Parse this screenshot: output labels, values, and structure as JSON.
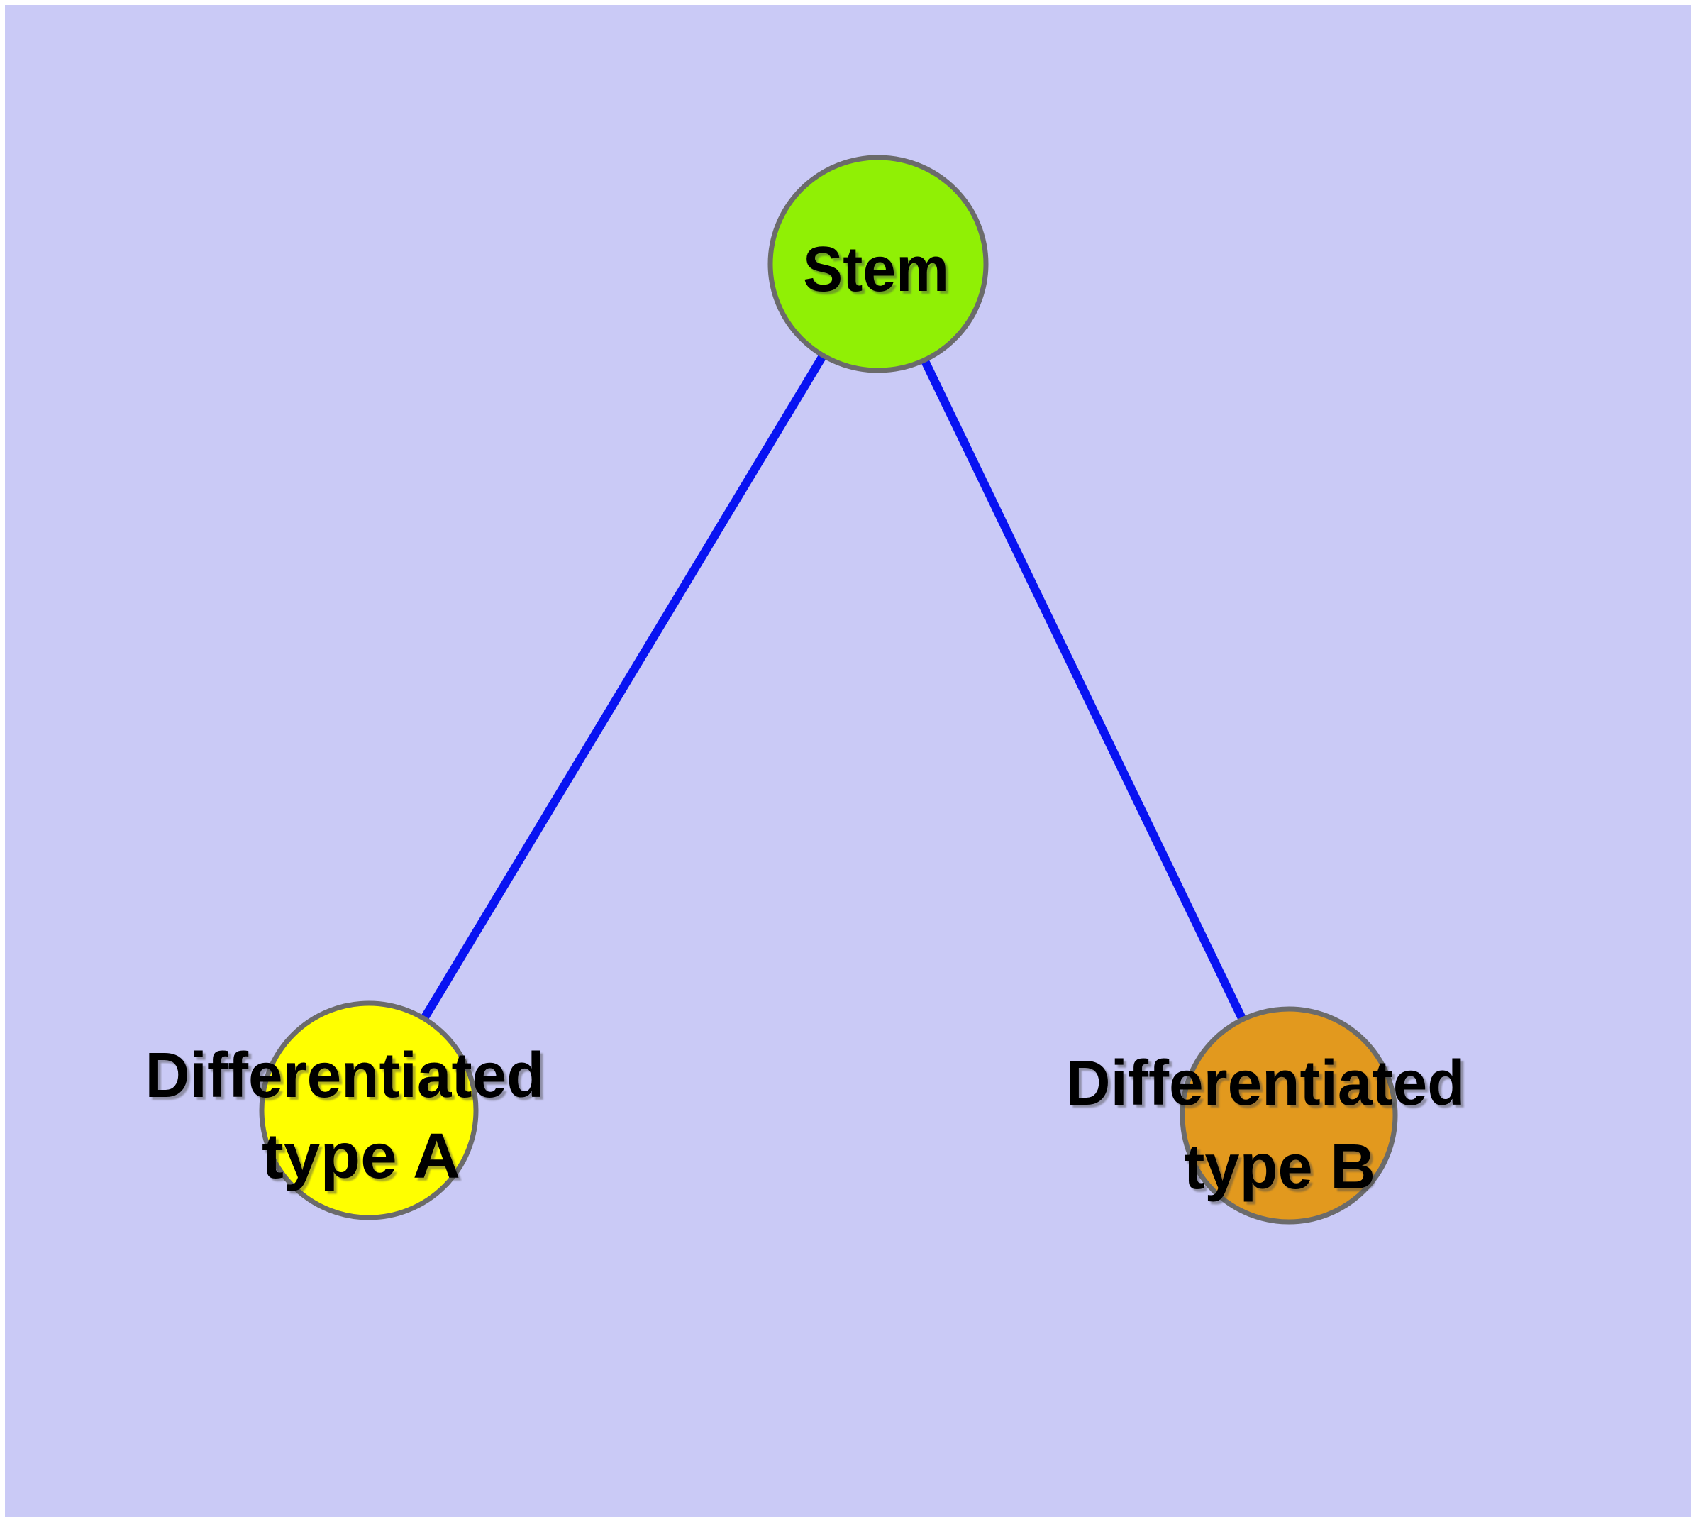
{
  "diagram": {
    "type": "node-link-graph",
    "colors": {
      "page": "#FFFFFF",
      "background": "#CACAF6",
      "edge": "#0813F2",
      "node_border": "#6B6B6B",
      "label": "#000000"
    },
    "nodes": [
      {
        "id": "stem",
        "label": "Stem",
        "fill": "#90F005"
      },
      {
        "id": "diff-a",
        "label": "Differentiated type A",
        "label_lines": [
          "Differentiated",
          "type A"
        ],
        "fill": "#FFFF00"
      },
      {
        "id": "diff-b",
        "label": "Differentiated type B",
        "label_lines": [
          "Differentiated",
          "type B"
        ],
        "fill": "#E2991E"
      }
    ],
    "edges": [
      {
        "from": "stem",
        "to": "diff-a"
      },
      {
        "from": "stem",
        "to": "diff-b"
      }
    ]
  }
}
